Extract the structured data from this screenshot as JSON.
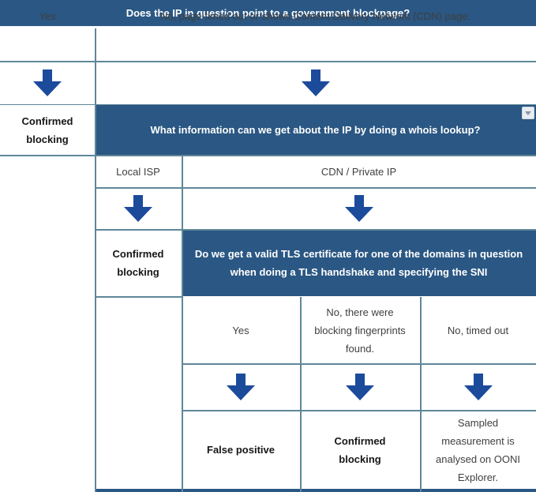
{
  "flowchart": {
    "q1": {
      "question": "Does the IP in question point to a government blockpage?",
      "answers": {
        "yes": "Yes",
        "no": "No, page timed out or shows Content Delivery Network (CDN) page."
      },
      "outcomes": {
        "yes": "Confirmed blocking"
      }
    },
    "q2": {
      "question": "What information can we get about the IP by doing a whois lookup?",
      "answers": {
        "local_isp": "Local ISP",
        "cdn": "CDN / Private IP"
      },
      "outcomes": {
        "local_isp": "Confirmed blocking"
      }
    },
    "q3": {
      "question": "Do we get a valid TLS certificate for one of the domains in question when doing a TLS handshake and specifying the SNI",
      "answers": {
        "yes": "Yes",
        "no_fingerprints": "No, there were blocking fingerprints found.",
        "no_timeout": "No, timed out"
      },
      "outcomes": {
        "yes": "False positive",
        "no_fingerprints": "Confirmed blocking",
        "no_timeout": "Sampled measurement is analysed on OONI Explorer."
      }
    }
  },
  "colors": {
    "question_bg": "#2a5783",
    "question_text": "#ffffff",
    "arrow": "#1c4b9c",
    "border": "#5f8799",
    "body_text": "#3f3f3f"
  },
  "icons": {
    "down_arrow": "down-arrow-icon",
    "dropdown": "dropdown-button"
  }
}
